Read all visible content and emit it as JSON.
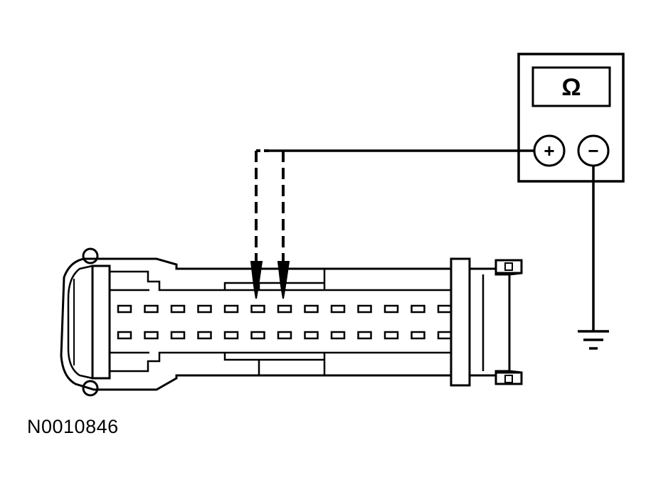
{
  "meter": {
    "display_symbol": "Ω",
    "positive_terminal": "+",
    "negative_terminal": "−"
  },
  "connector": {
    "pin_rows": 2,
    "pins_per_row": 13,
    "probed_pins": [
      {
        "row": 1,
        "index": 6
      },
      {
        "row": 1,
        "index": 7
      }
    ]
  },
  "figure_id": "N0010846",
  "colors": {
    "line": "#000000",
    "background": "#ffffff"
  }
}
